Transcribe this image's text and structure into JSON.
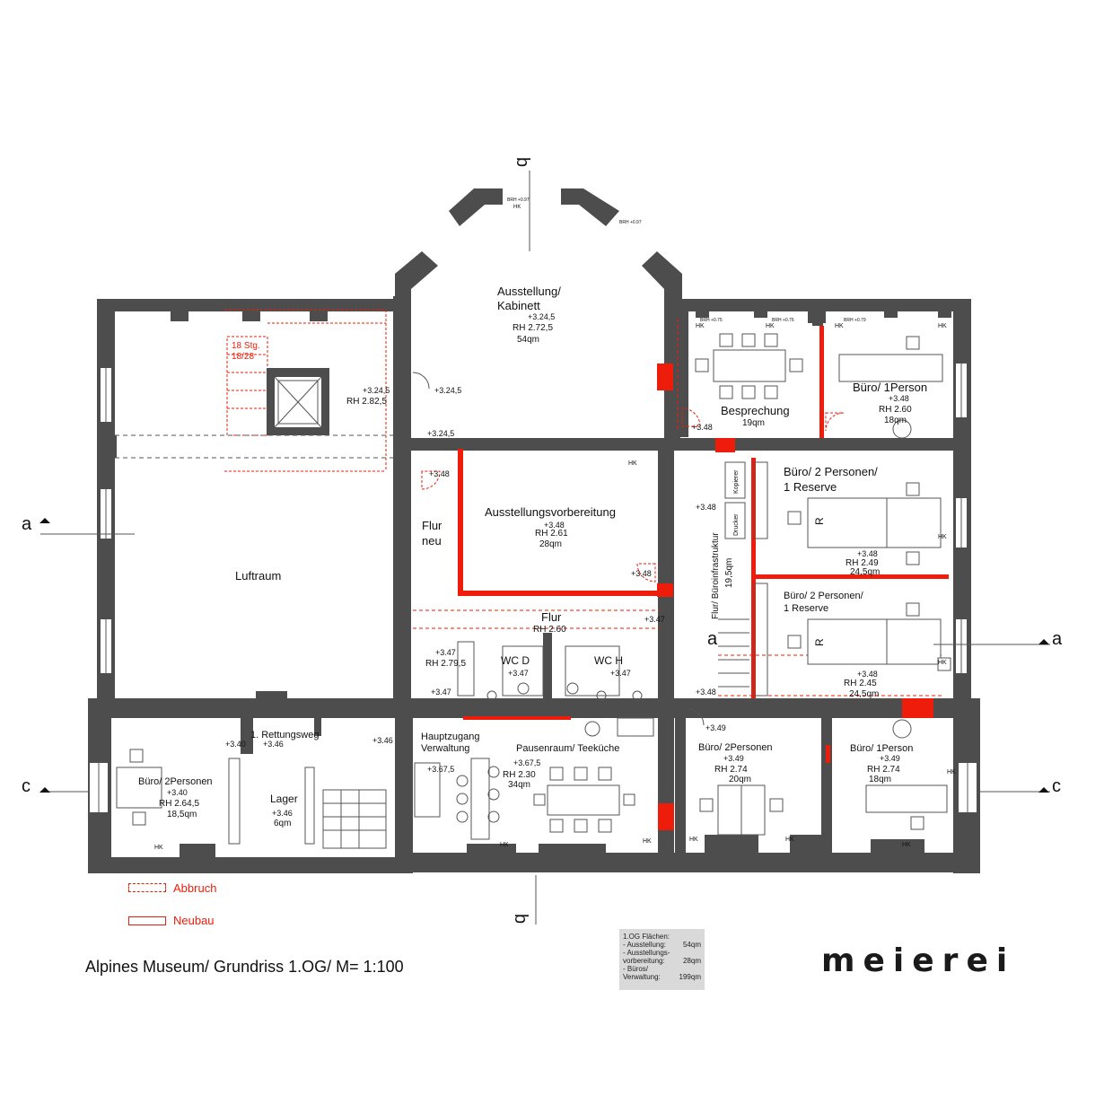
{
  "drawing_title": "Alpines Museum/ Grundriss 1.OG/ M= 1:100",
  "brand": "meierei",
  "legend": {
    "demolition": "Abbruch",
    "new_build": "Neubau"
  },
  "areas_table": {
    "title": "1.OG Flächen:",
    "rows": [
      {
        "label": "- Ausstellung:",
        "value": "54qm"
      },
      {
        "label": "- Ausstellungs-",
        "value": ""
      },
      {
        "label": "  vorbereitung:",
        "value": "28qm"
      },
      {
        "label": "- Büros/",
        "value": ""
      },
      {
        "label": "  Verwaltung:",
        "value": "199qm"
      }
    ]
  },
  "section_markers": {
    "a": "a",
    "b": "b",
    "c": "c"
  },
  "rooms": {
    "ausstellung": {
      "name1": "Ausstellung/",
      "name2": "Kabinett",
      "level": "+3.24,5",
      "rh": "RH 2.72,5",
      "area": "54qm"
    },
    "treppe": {
      "steps": "18 Stg.",
      "ratio": "18/28",
      "level": "+3.24,5",
      "rh": "RH 2.82,5"
    },
    "luftraum": {
      "name": "Luftraum"
    },
    "flur_neu": {
      "name1": "Flur",
      "name2": "neu",
      "level1": "+3.24,5",
      "level2": "+3.24,5",
      "level3": "+3.48"
    },
    "vorbereitung": {
      "name": "Ausstellungsvorbereitung",
      "level": "+3.48",
      "rh": "RH 2.61",
      "area": "28qm",
      "level2": "+3.48"
    },
    "flur": {
      "name": "Flur",
      "rh": "RH 2.60",
      "level": "+3.47"
    },
    "besprechung": {
      "name": "Besprechung",
      "area": "19qm",
      "level": "+3.48"
    },
    "buero1_top": {
      "name": "Büro/ 1Person",
      "level": "+3.48",
      "rh": "RH 2.60",
      "area": "18qm"
    },
    "buero2_a": {
      "name1": "Büro/ 2 Personen/",
      "name2": "1 Reserve",
      "level": "+3.48",
      "rh": "RH 2.49",
      "area": "24,5qm"
    },
    "buero2_b": {
      "name1": "Büro/ 2 Personen/",
      "name2": "1 Reserve",
      "level": "+3.48",
      "rh": "RH 2.45",
      "area": "24,5qm"
    },
    "flur_infra": {
      "name": "Flur/ Büroinfrastruktur",
      "area": "19,5qm",
      "level": "+3.48",
      "level2": "+3.48",
      "kopierer": "Kopierer",
      "drucker": "Drucker"
    },
    "wc_vorraum": {
      "level": "+3.47",
      "rh": "RH 2.79,5",
      "level2": "+3.47"
    },
    "wc_d": {
      "name": "WC D",
      "level": "+3.47"
    },
    "wc_h": {
      "name": "WC H",
      "level": "+3.47"
    },
    "buero2_left": {
      "name": "Büro/ 2Personen",
      "level": "+3.40",
      "rh": "RH 2.64,5",
      "area": "18,5qm",
      "level2": "+3.40"
    },
    "rettungsweg": {
      "name": "1. Rettungsweg",
      "level": "+3.46",
      "level2": "+3.46"
    },
    "lager": {
      "name": "Lager",
      "level": "+3.46",
      "area": "6qm"
    },
    "hauptzugang": {
      "name1": "Hauptzugang",
      "name2": "Verwaltung",
      "level": "+3.67,5"
    },
    "pausenraum": {
      "name": "Pausenraum/ Teeküche",
      "level": "+3.67,5",
      "rh": "RH 2.30",
      "area": "34qm"
    },
    "buero2_bottom": {
      "name": "Büro/ 2Personen",
      "level": "+3.49",
      "rh": "RH 2.74",
      "area": "20qm",
      "level2": "+3.49"
    },
    "buero1_bottom": {
      "name": "Büro/ 1Person",
      "level": "+3.49",
      "rh": "RH 2.74",
      "area": "18qm"
    }
  },
  "tags": {
    "hk": "HK",
    "r": "R",
    "brh075": "BRH +0.75",
    "brh076": "BRH +0.76",
    "brh079": "BRH +0.79",
    "brh097": "BRH +0.97"
  },
  "colors": {
    "wall": "#4d4d4d",
    "red": "#ee1c0a",
    "text": "#111111"
  }
}
